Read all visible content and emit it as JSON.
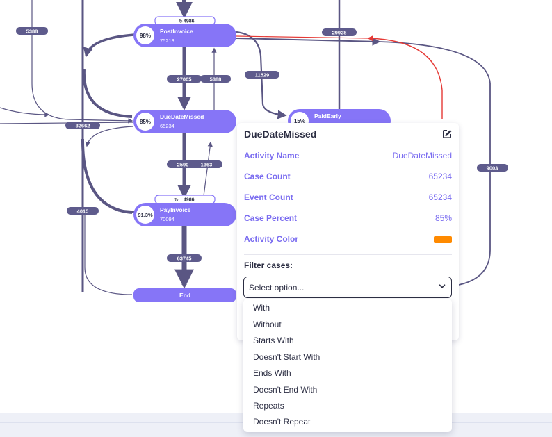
{
  "colors": {
    "accent": "#8675f7",
    "edge": "#5a5683",
    "badge": "#5e5b8c",
    "highlight_edge": "#e53935",
    "activity_color": "#ff8a00"
  },
  "nodes": {
    "post_invoice": {
      "name": "PostInvoice",
      "count": "75213",
      "percent": "98%",
      "loop": "4986"
    },
    "due_date_missed": {
      "name": "DueDateMissed",
      "count": "65234",
      "percent": "85%"
    },
    "paid_early": {
      "name": "PaidEarly",
      "percent": "15%"
    },
    "pay_invoice": {
      "name": "PayInvoice",
      "count": "70094",
      "percent": "91.3%",
      "loop": "4986"
    },
    "end": {
      "name": "End"
    }
  },
  "edge_labels": {
    "e5388_left": "5388",
    "e29928": "29928",
    "e27005": "27005",
    "e5388_mid": "5388",
    "e11529": "11529",
    "e32662": "32662",
    "e9003": "9003",
    "e2590": "2590",
    "e1363": "1363",
    "e4015": "4015",
    "e63745": "63745"
  },
  "popup": {
    "title": "DueDateMissed",
    "rows": [
      {
        "label": "Activity Name",
        "value": "DueDateMissed"
      },
      {
        "label": "Case Count",
        "value": "65234"
      },
      {
        "label": "Event Count",
        "value": "65234"
      },
      {
        "label": "Case Percent",
        "value": "85%"
      },
      {
        "label": "Activity Color",
        "value": ""
      }
    ],
    "filter_label": "Filter cases:",
    "select_placeholder": "Select option...",
    "options": [
      "With",
      "Without",
      "Starts With",
      "Doesn't Start With",
      "Ends With",
      "Doesn't End With",
      "Repeats",
      "Doesn't Repeat"
    ]
  }
}
